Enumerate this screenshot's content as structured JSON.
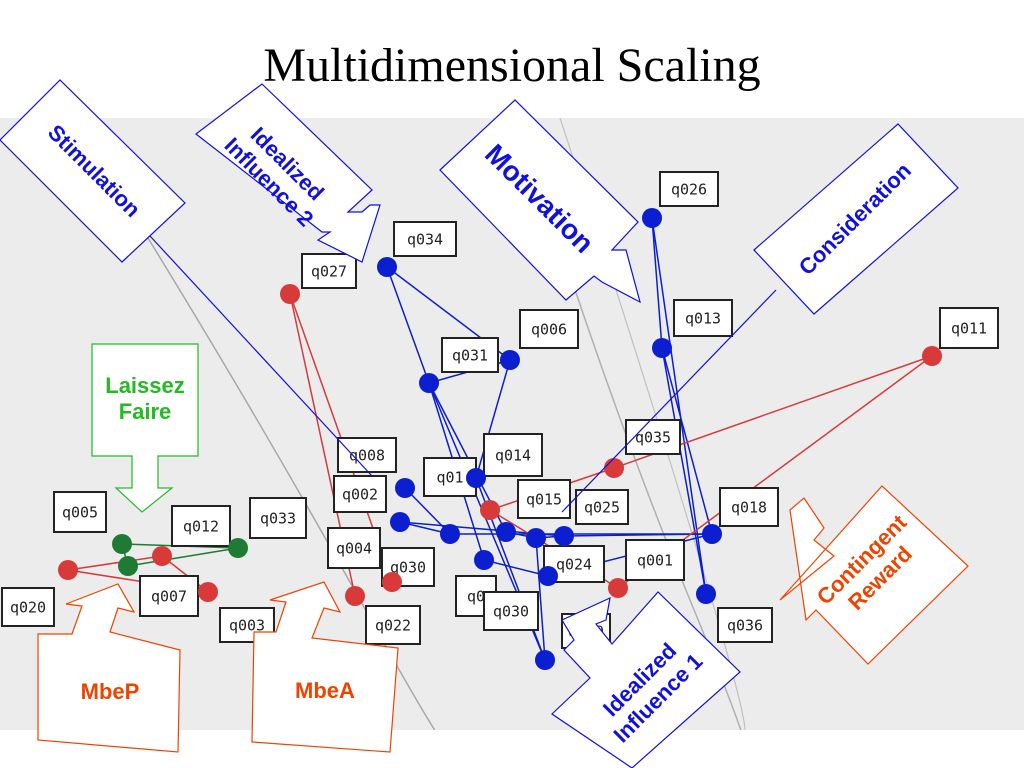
{
  "slide": {
    "title": "Multidimensional Scaling"
  },
  "colors": {
    "blue": "#0b1fd0",
    "red": "#d83a3a",
    "green": "#1f7a33",
    "callout_blue": "#1010e0",
    "callout_green": "#22bb22",
    "callout_orange": "#ee4400"
  },
  "callouts": {
    "stimulation": "Stimulation",
    "idealized_influence_2": "Idealized\nInfluence 2",
    "motivation": "Motivation",
    "consideration": "Consideration",
    "laissez_faire": "Laissez\nFaire",
    "contingent_reward": "Contingent\nReward",
    "mbep": "MbeP",
    "mbea": "MbeA",
    "idealized_influence_1": "Idealized\nInfluence 1"
  },
  "node_labels": [
    "q026",
    "q034",
    "q027",
    "q013",
    "q006",
    "q031",
    "q011",
    "q035",
    "q008",
    "q014",
    "q002",
    "q01",
    "q015",
    "q025",
    "q018",
    "q005",
    "q012",
    "q033",
    "q004",
    "q030",
    "q001",
    "q024",
    "q020",
    "q007",
    "q003",
    "q022",
    "q0",
    "q030",
    "q029",
    "q036"
  ]
}
